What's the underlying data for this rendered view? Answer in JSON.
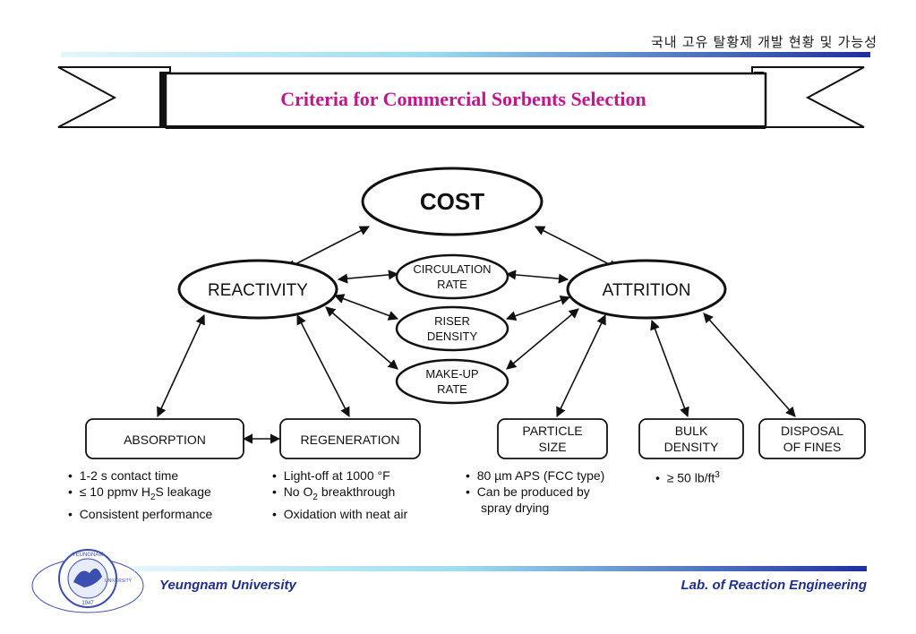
{
  "header": {
    "korean_title": "국내 고유 탈황제 개발 현황 및 가능성"
  },
  "slide": {
    "title": "Criteria for Commercial Sorbents Selection"
  },
  "diagram": {
    "cost": "COST",
    "reactivity": "REACTIVITY",
    "attrition": "ATTRITION",
    "circulation_rate": [
      "CIRCULATION",
      "RATE"
    ],
    "riser_density": [
      "RISER",
      "DENSITY"
    ],
    "make_up_rate": [
      "MAKE-UP",
      "RATE"
    ],
    "absorption": "ABSORPTION",
    "regeneration": "REGENERATION",
    "particle_size": [
      "PARTICLE",
      "SIZE"
    ],
    "bulk_density": [
      "BULK",
      "DENSITY"
    ],
    "disposal_of_fines": [
      "DISPOSAL",
      "OF FINES"
    ]
  },
  "bullets": {
    "absorption": [
      "1-2 s contact time",
      "≤ 10 ppmv H",
      "2",
      "S leakage",
      "Consistent performance"
    ],
    "regeneration": [
      "Light-off at 1000 °F",
      "No O",
      "2",
      " breakthrough",
      "Oxidation with neat air"
    ],
    "particle_size": [
      "80 µm APS (FCC type)",
      "Can be produced by",
      "spray drying"
    ],
    "bulk_density": [
      "≥ 50 lb/ft",
      "3"
    ]
  },
  "footer": {
    "left": "Yeungnam  University",
    "right": "Lab. of Reaction Engineering",
    "seal_text": [
      "YEUNGNAM",
      "1947",
      "UNIVERSITY"
    ]
  },
  "colors": {
    "title": "#c0168e",
    "footer_text": "#1f2f8f",
    "bar_dark": "#1f2f9f",
    "bar_light": "#bfe9f5"
  }
}
